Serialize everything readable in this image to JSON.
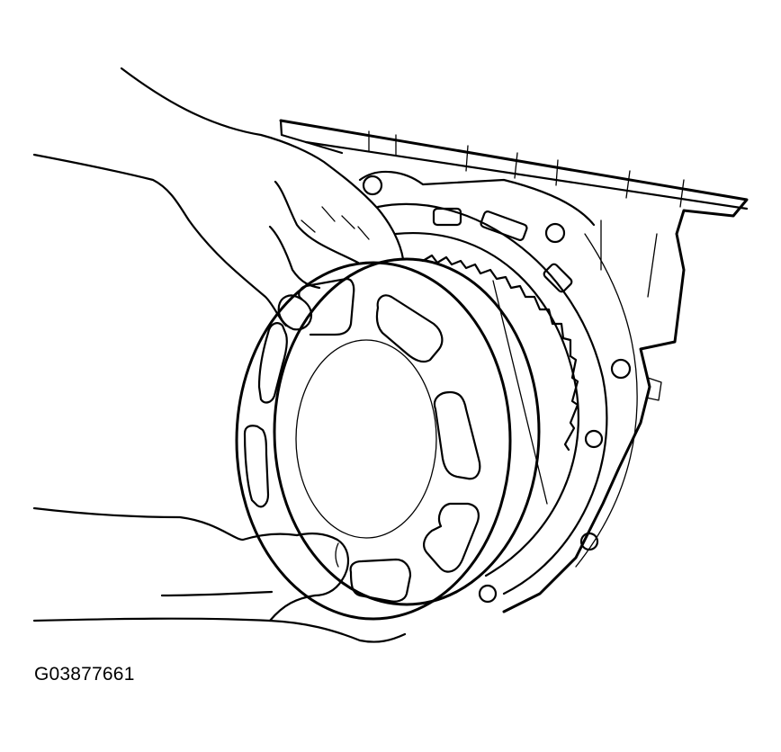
{
  "figure": {
    "id_label": "G03877661",
    "subject": "hands holding reluctor ring / flexplate assembly against engine block rear housing",
    "style": "black line art on white",
    "colors": {
      "line": "#000000",
      "background": "#ffffff"
    }
  }
}
